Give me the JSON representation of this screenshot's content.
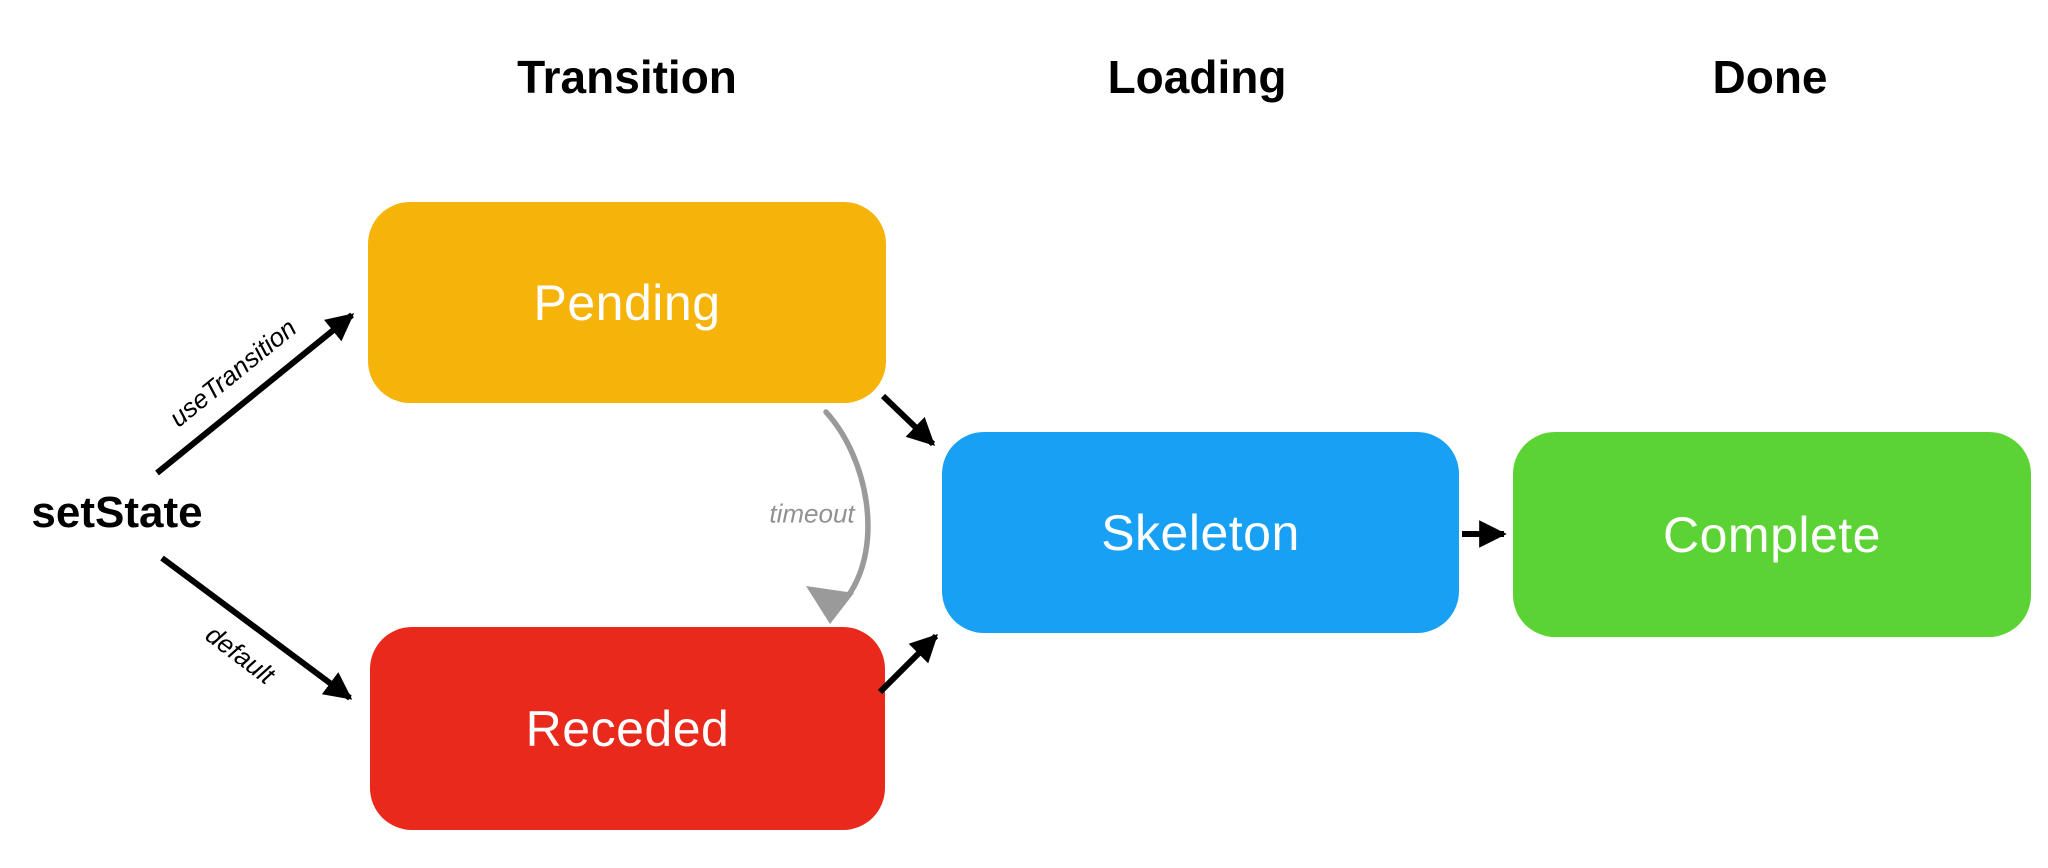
{
  "diagram": {
    "column_headers": [
      {
        "label": "Transition"
      },
      {
        "label": "Loading"
      },
      {
        "label": "Done"
      }
    ],
    "entry_label": "setState",
    "nodes": [
      {
        "id": "pending",
        "label": "Pending",
        "color": "#F6B40A",
        "column": "Transition"
      },
      {
        "id": "receded",
        "label": "Receded",
        "color": "#E9291B",
        "column": "Transition"
      },
      {
        "id": "skeleton",
        "label": "Skeleton",
        "color": "#18A0F5",
        "column": "Loading"
      },
      {
        "id": "complete",
        "label": "Complete",
        "color": "#5CD334",
        "column": "Done"
      }
    ],
    "edges": [
      {
        "from": "setState",
        "to": "Pending",
        "label": "useTransition"
      },
      {
        "from": "setState",
        "to": "Receded",
        "label": "default"
      },
      {
        "from": "Pending",
        "to": "Skeleton",
        "label": ""
      },
      {
        "from": "Receded",
        "to": "Skeleton",
        "label": ""
      },
      {
        "from": "Skeleton",
        "to": "Complete",
        "label": ""
      },
      {
        "from": "Pending",
        "to": "Receded",
        "label": "timeout",
        "style": "hand-drawn",
        "color": "#9A9A9A"
      }
    ],
    "node_text_color": "#FFFFFF",
    "arrow_color": "#000000"
  }
}
